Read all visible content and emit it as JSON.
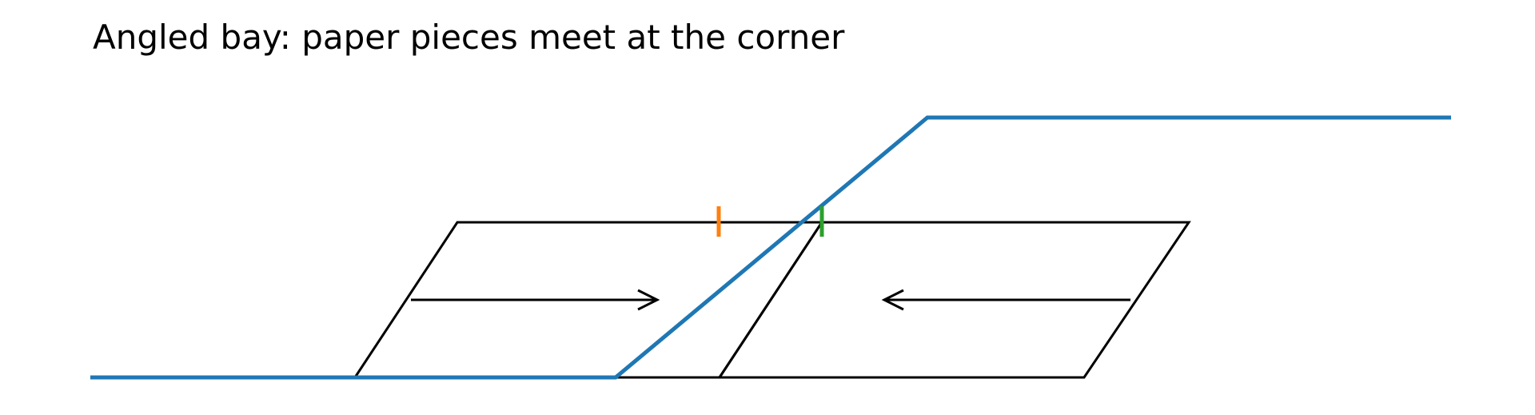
{
  "title": "Angled bay: paper pieces meet at the corner",
  "colors": {
    "background": "#ffffff",
    "outline": "#000000",
    "wall_line": "#1f77b4",
    "left_edge_marker": "#ff7f0e",
    "right_edge_marker": "#2ca02c"
  },
  "elements": {
    "wall_line": "bay wall profile (straight section, angled corner, straight section)",
    "left_piece": "paper piece moving right toward the corner",
    "right_piece": "paper piece moving left toward the corner",
    "left_arrow_direction": "right",
    "right_arrow_direction": "left"
  }
}
